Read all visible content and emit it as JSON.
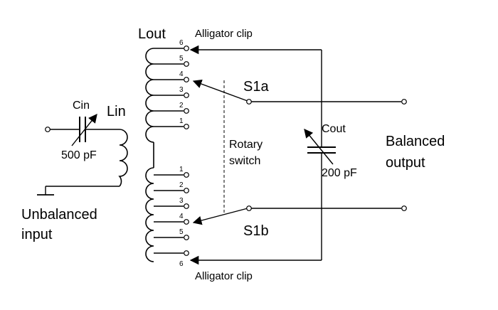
{
  "labels": {
    "lout": "Lout",
    "lin": "Lin",
    "cin": "Cin",
    "cin_value": "500 pF",
    "cout": "Cout",
    "cout_value": "200 pF",
    "s1a": "S1a",
    "s1b": "S1b",
    "rotary_switch_line1": "Rotary",
    "rotary_switch_line2": "switch",
    "clip_top": "Alligator clip",
    "clip_bottom": "Alligator clip",
    "unbalanced_line1": "Unbalanced",
    "unbalanced_line2": "input",
    "balanced_line1": "Balanced",
    "balanced_line2": "output"
  },
  "taps_top": [
    "6",
    "5",
    "4",
    "3",
    "2",
    "1"
  ],
  "taps_bottom": [
    "1",
    "2",
    "3",
    "4",
    "5",
    "6"
  ],
  "colors": {
    "ink": "#000000",
    "background": "#ffffff"
  }
}
